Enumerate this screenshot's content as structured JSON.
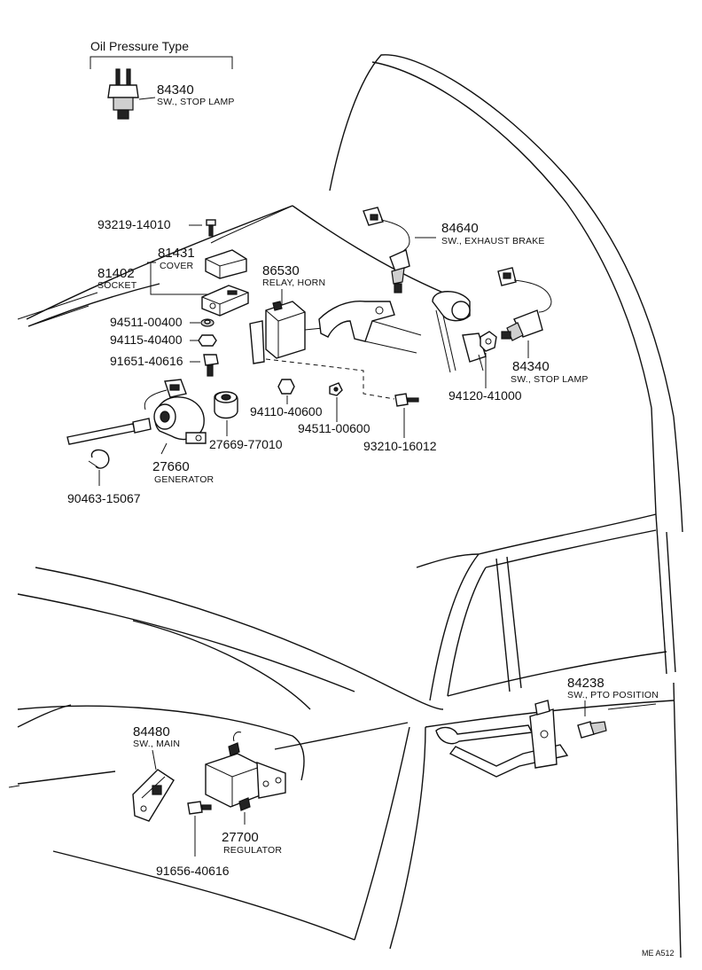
{
  "header": {
    "title": "Oil Pressure Type"
  },
  "parts": [
    {
      "id": "p84340a",
      "number": "84340",
      "desc": "SW., STOP LAMP"
    },
    {
      "id": "p93219",
      "number": "93219-14010",
      "desc": ""
    },
    {
      "id": "p81431",
      "number": "81431",
      "desc": "COVER"
    },
    {
      "id": "p81402",
      "number": "81402",
      "desc": "SOCKET"
    },
    {
      "id": "p86530",
      "number": "86530",
      "desc": "RELAY, HORN"
    },
    {
      "id": "p84640",
      "number": "84640",
      "desc": "SW., EXHAUST BRAKE"
    },
    {
      "id": "p94511a",
      "number": "94511-00400",
      "desc": ""
    },
    {
      "id": "p94115",
      "number": "94115-40400",
      "desc": ""
    },
    {
      "id": "p91651",
      "number": "91651-40616",
      "desc": ""
    },
    {
      "id": "p84340b",
      "number": "84340",
      "desc": "SW., STOP LAMP"
    },
    {
      "id": "p94120",
      "number": "94120-41000",
      "desc": ""
    },
    {
      "id": "p94110",
      "number": "94110-40600",
      "desc": ""
    },
    {
      "id": "p94511b",
      "number": "94511-00600",
      "desc": ""
    },
    {
      "id": "p93210",
      "number": "93210-16012",
      "desc": ""
    },
    {
      "id": "p27669",
      "number": "27669-77010",
      "desc": ""
    },
    {
      "id": "p27660",
      "number": "27660",
      "desc": "GENERATOR"
    },
    {
      "id": "p90463",
      "number": "90463-15067",
      "desc": ""
    },
    {
      "id": "p84238",
      "number": "84238",
      "desc": "SW., PTO POSITION"
    },
    {
      "id": "p84480",
      "number": "84480",
      "desc": "SW., MAIN"
    },
    {
      "id": "p27700",
      "number": "27700",
      "desc": "REGULATOR"
    },
    {
      "id": "p91656",
      "number": "91656-40616",
      "desc": ""
    }
  ],
  "footer": {
    "code": "ME  A512"
  }
}
